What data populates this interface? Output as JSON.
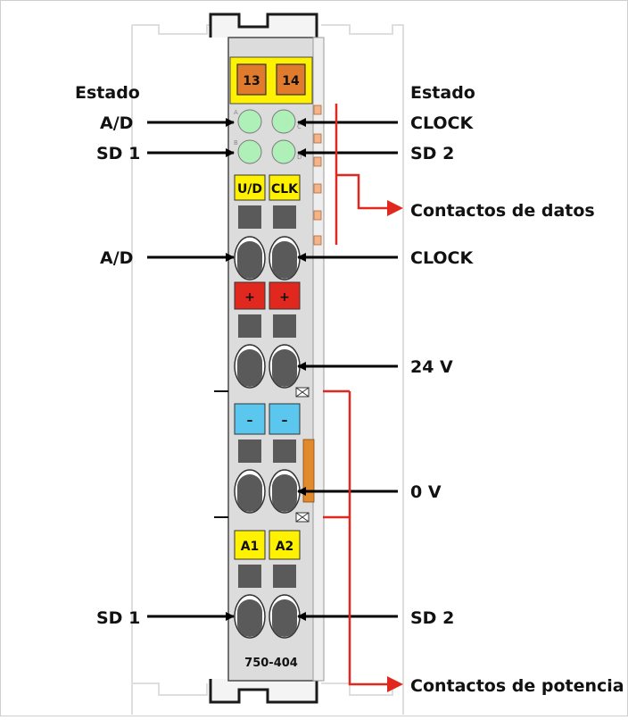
{
  "diagram": {
    "model_number": "750-404",
    "top_connectors": [
      "13",
      "14"
    ],
    "left_labels": {
      "status_heading": "Estado",
      "status_led_1": "A/D",
      "status_led_2": "SD 1",
      "clamp_1": "A/D",
      "clamp_4": "SD 1"
    },
    "right_labels": {
      "status_heading": "Estado",
      "status_led_1": "CLOCK",
      "status_led_2": "SD 2",
      "data_contacts": "Contactos de datos",
      "clamp_1": "CLOCK",
      "clamp_2": "24 V",
      "clamp_3": "0 V",
      "clamp_4": "SD 2",
      "power_contacts": "Contactos de potencia"
    },
    "terminal_tags": {
      "row1": [
        "U/D",
        "CLK"
      ],
      "row2": [
        "+",
        "+"
      ],
      "row3": [
        "–",
        "–"
      ],
      "row4": [
        "A1",
        "A2"
      ]
    },
    "led_letters": [
      "A",
      "C",
      "B",
      "D"
    ],
    "colors": {
      "arrow": "#000000",
      "bracket": "#e0281e",
      "led": "#aef0b8",
      "tag_yellow": "#fff200",
      "tag_red": "#e0281e",
      "tag_blue": "#5bc6ee",
      "connector_orange": "#e07a2c",
      "housing": "#dcdcdc",
      "clamp": "#5a5a5a"
    }
  }
}
